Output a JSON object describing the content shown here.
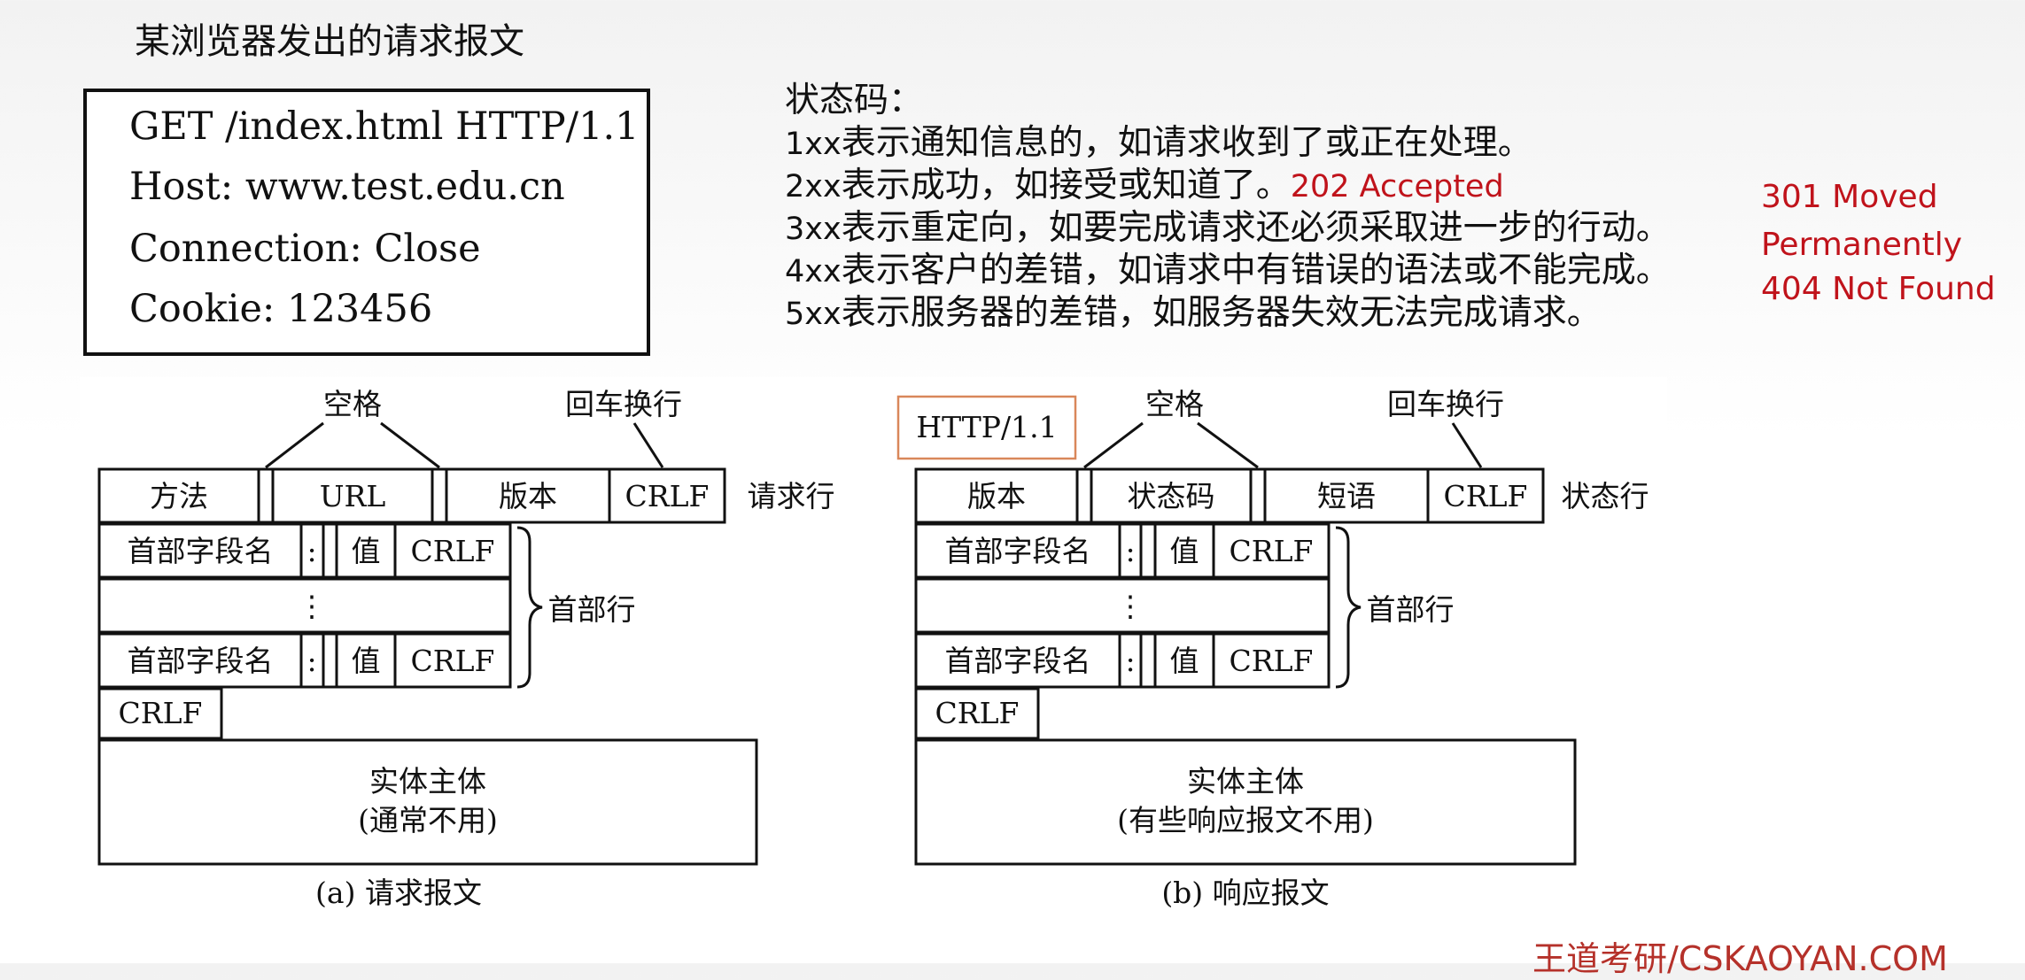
{
  "request_title": "某浏览器发出的请求报文",
  "request_lines": [
    "GET /index.html HTTP/1.1",
    "Host: www.test.edu.cn",
    "Connection: Close",
    "Cookie: 123456"
  ],
  "status_codes": {
    "heading": "状态码：",
    "rows": [
      {
        "code": "1xx",
        "text": "表示通知信息的，如请求收到了或正在处理。"
      },
      {
        "code": "2xx",
        "text": "表示成功，如接受或知道了。",
        "example": "202 Accepted"
      },
      {
        "code": "3xx",
        "text": "表示重定向，如要完成请求还必须采取进一步的行动。"
      },
      {
        "code": "4xx",
        "text": "表示客户的差错，如请求中有错误的语法或不能完成。"
      },
      {
        "code": "5xx",
        "text": "表示服务器的差错，如服务器失效无法完成请求。"
      }
    ],
    "side_examples": [
      "301 Moved",
      "Permanently",
      "404 Not Found"
    ]
  },
  "request_diagram": {
    "space_label": "空格",
    "crlf_label": "回车换行",
    "line_cells": [
      "方法",
      "URL",
      "版本",
      "CRLF"
    ],
    "line_label": "请求行",
    "header_name": "首部字段名",
    "colon": ":",
    "value": "值",
    "crlf": "CRLF",
    "ellipsis": "⋮",
    "header_label": "首部行",
    "blank_crlf": "CRLF",
    "body_line1": "实体主体",
    "body_line2": "(通常不用)",
    "caption": "(a) 请求报文"
  },
  "response_diagram": {
    "version_annotation": "HTTP/1.1",
    "space_label": "空格",
    "crlf_label": "回车换行",
    "line_cells": [
      "版本",
      "状态码",
      "短语",
      "CRLF"
    ],
    "line_label": "状态行",
    "header_name": "首部字段名",
    "colon": ":",
    "value": "值",
    "crlf": "CRLF",
    "ellipsis": "⋮",
    "header_label": "首部行",
    "blank_crlf": "CRLF",
    "body_line1": "实体主体",
    "body_line2": "(有些响应报文不用)",
    "caption": "(b) 响应报文"
  },
  "watermark": "王道考研/CSKAOYAN.COM",
  "colors": {
    "accent_red": "#c0131b",
    "annotation_border": "#d9875a",
    "watermark": "#b5312a"
  }
}
